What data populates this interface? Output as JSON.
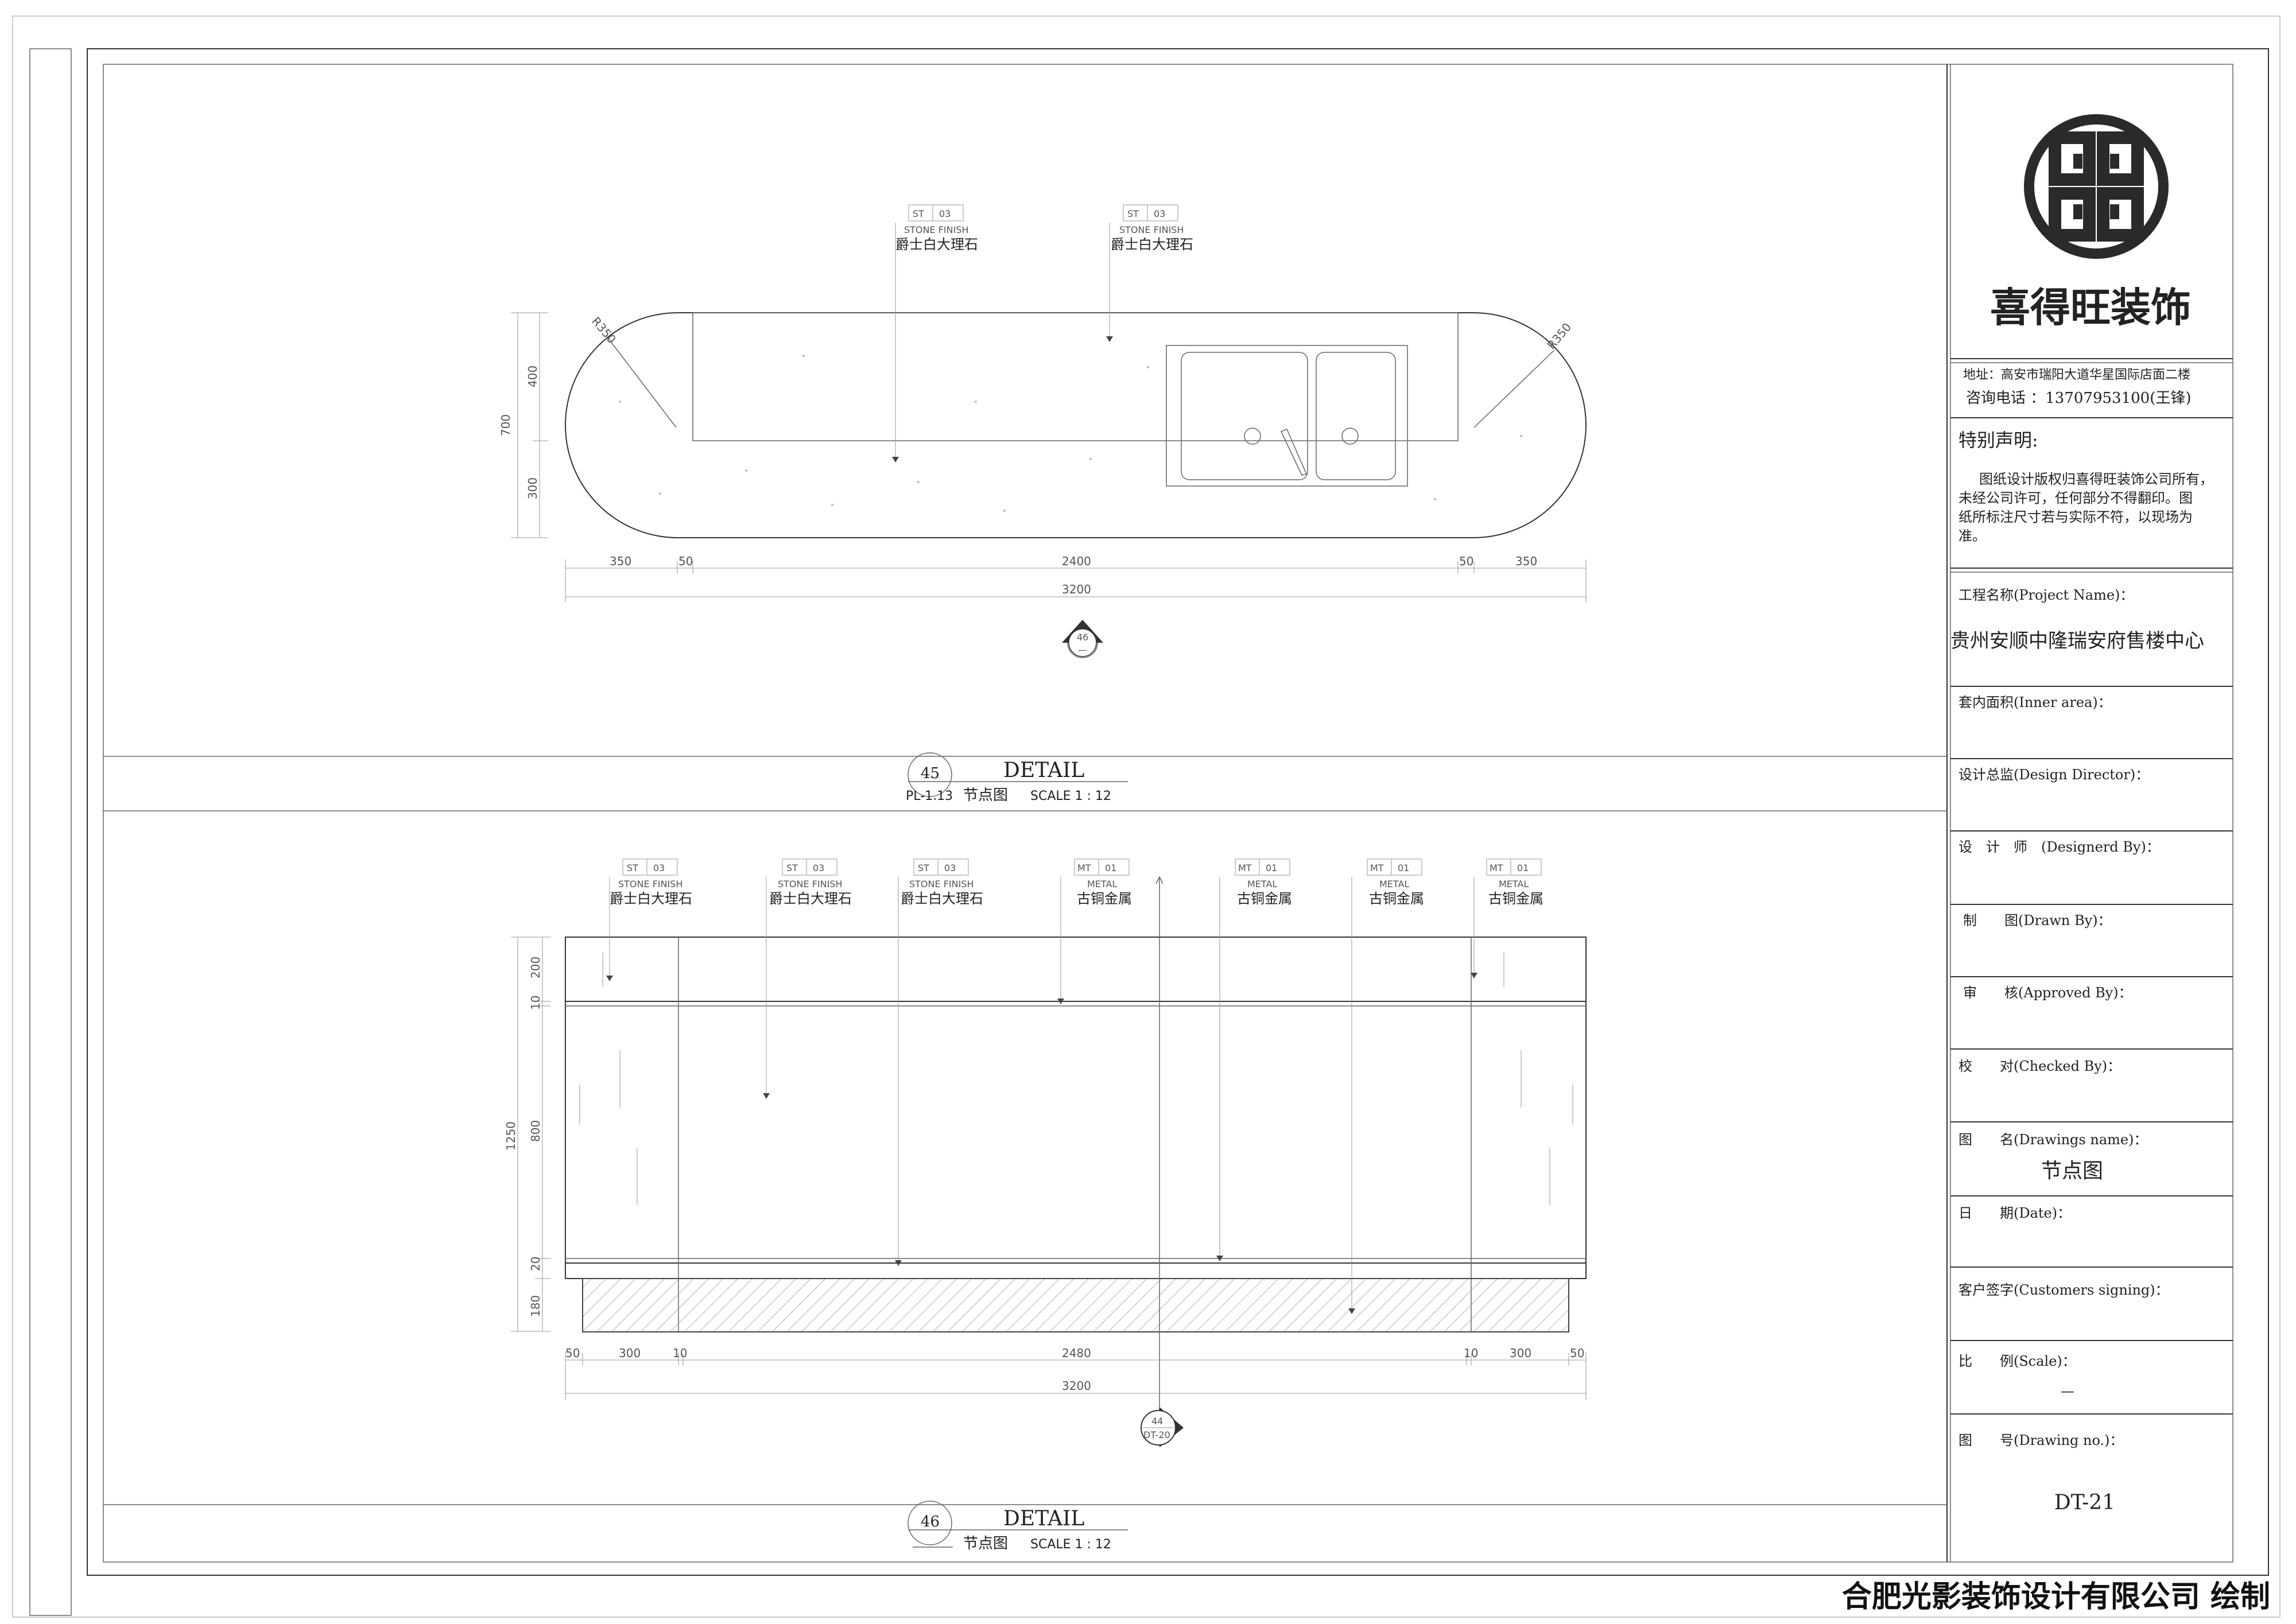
{
  "title_block": {
    "brand": "喜得旺装饰",
    "address": "地址：高安市瑞阳大道华星国际店面二楼",
    "phone": "咨询电话 ：13707953100(王锋)",
    "notice_title": "特别声明:",
    "notice_lines": [
      "图纸设计版权归喜得旺装饰公司所有，",
      "未经公司许可，任何部分不得翻印。图",
      "纸所标注尺寸若与实际不符，以现场为",
      "准。"
    ],
    "project_label": "工程名称(Project Name)：",
    "project_value": "贵州安顺中隆瑞安府售楼中心",
    "inner_area_label": "套内面积(Inner area)：",
    "director_label": "设计总监(Design Director)：",
    "designer_label": "设　计　师　(Designerd By)：",
    "drawn_label": "制　　图(Drawn By)：",
    "approved_label": "审　　核(Approved By)：",
    "checked_label": "校　　对(Checked By)：",
    "drawing_name_label": "图　　名(Drawings name)：",
    "drawing_name_value": "节点图",
    "date_label": "日　　期(Date)：",
    "customer_label": "客户签字(Customers signing)：",
    "scale_label": "比　　例(Scale)：",
    "scale_value": "—",
    "drawing_no_label": "图　　号(Drawing no.)：",
    "drawing_no_value": "DT-21"
  },
  "footer": "合肥光影装饰设计有限公司 绘制",
  "detail_top": {
    "number": "45",
    "ref": "PL-1.13",
    "title": "DETAIL",
    "subtitle": "节点图",
    "scale": "SCALE 1 : 12",
    "section_mark": {
      "num": "46",
      "ref": "—"
    },
    "radius_left": "R350",
    "radius_right": "R350",
    "dims_bottom": [
      "350",
      "50",
      "2400",
      "50",
      "350"
    ],
    "dim_total": "3200",
    "dims_left": [
      "400",
      "300"
    ],
    "dim_left_total": "700",
    "tags": [
      {
        "code": "ST",
        "no": "03",
        "type": "STONE FINISH",
        "name": "爵士白大理石"
      },
      {
        "code": "ST",
        "no": "03",
        "type": "STONE FINISH",
        "name": "爵士白大理石"
      }
    ]
  },
  "detail_bottom": {
    "number": "46",
    "title": "DETAIL",
    "subtitle": "节点图",
    "scale": "SCALE 1 : 12",
    "section_mark": {
      "num": "44",
      "ref": "DT-20"
    },
    "dims_bottom": [
      "50",
      "300",
      "10",
      "2480",
      "10",
      "300",
      "50"
    ],
    "dim_total": "3200",
    "dims_left": [
      "200",
      "10",
      "800",
      "20",
      "180"
    ],
    "dim_left_total": "1250",
    "tags": [
      {
        "code": "ST",
        "no": "03",
        "type": "STONE FINISH",
        "name": "爵士白大理石"
      },
      {
        "code": "ST",
        "no": "03",
        "type": "STONE FINISH",
        "name": "爵士白大理石"
      },
      {
        "code": "ST",
        "no": "03",
        "type": "STONE FINISH",
        "name": "爵士白大理石"
      },
      {
        "code": "MT",
        "no": "01",
        "type": "METAL",
        "name": "古铜金属"
      },
      {
        "code": "MT",
        "no": "01",
        "type": "METAL",
        "name": "古铜金属"
      },
      {
        "code": "MT",
        "no": "01",
        "type": "METAL",
        "name": "古铜金属"
      },
      {
        "code": "MT",
        "no": "01",
        "type": "METAL",
        "name": "古铜金属"
      }
    ]
  }
}
